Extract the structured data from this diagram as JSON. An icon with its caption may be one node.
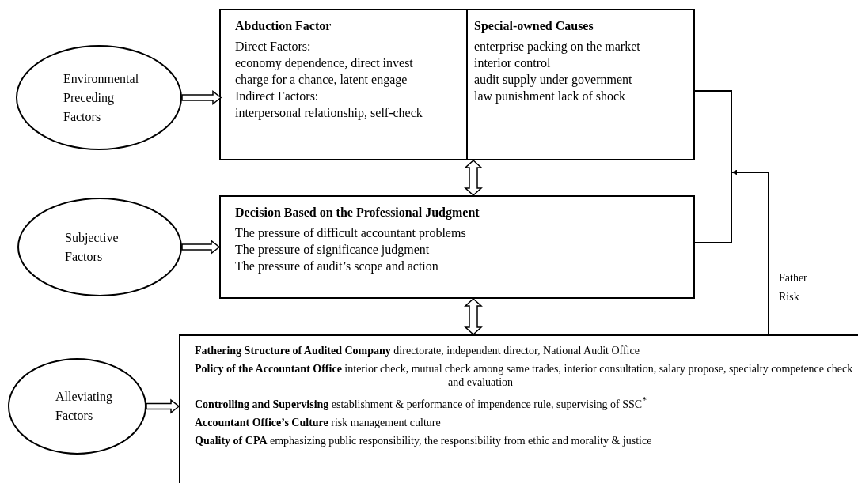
{
  "diagram": {
    "nodes": [
      {
        "text": [
          "Environmental Preceding Factors"
        ]
      },
      {
        "text": [],
        "shape": "box"
      },
      {
        "text": [
          "Abduction Factor",
          "Direct Factors:",
          "economy dependence, direct invest",
          "charge for a chance, latent engage",
          "Indirect Factors:",
          "interpersonal relationship, self-check"
        ],
        "in": 1
      },
      {
        "text": [
          "Special-owned Causes",
          "enterprise packing on the market",
          "interior control",
          "audit supply under government",
          "law punishment lack of shock"
        ],
        "in": 1
      },
      {
        "text": [
          "Subjective Factors"
        ]
      },
      {
        "text": [
          "Decision Based on the Professional Judgment",
          "The pressure of difficult accountant problems",
          "The pressure of significance judgment",
          "The pressure of audit’s scope and action"
        ]
      },
      {
        "text": [
          "Alleviating Factors"
        ]
      },
      {
        "text": [
          "**Fathering Structure of Audited Company** directorate, independent director, National Audit Office",
          "**Policy of the Accountant Office** interior check, mutual check among same trades, interior consultation, salary propose, specialty competence check and evaluation",
          "**Controlling and Supervising** establishment & performance of impendence rule, supervising of SSC$^{*}$",
          "**Accountant Office’s Culture** risk management culture",
          "**Quality of CPA** emphasizing public responsibility, the responsibility from ethic and morality & justice"
        ]
      }
    ],
    "edges": [
      {
        "from": 0,
        "to": 2,
        "arrow": "to"
      },
      {
        "from": 1,
        "to": 5,
        "arrow": "both"
      },
      {
        "from": 4,
        "to": 5,
        "arrow": "to"
      },
      {
        "from": 5,
        "to": 7,
        "arrow": "both"
      },
      {
        "from": 6,
        "to": 7,
        "arrow": "to"
      },
      {
        "from": 3,
        "to": 5,
        "arrow": "none"
      },
      {
        "from": 7,
        "to": null,
        "arrow": "to",
        "label": "Father Risk"
      }
    ]
  }
}
